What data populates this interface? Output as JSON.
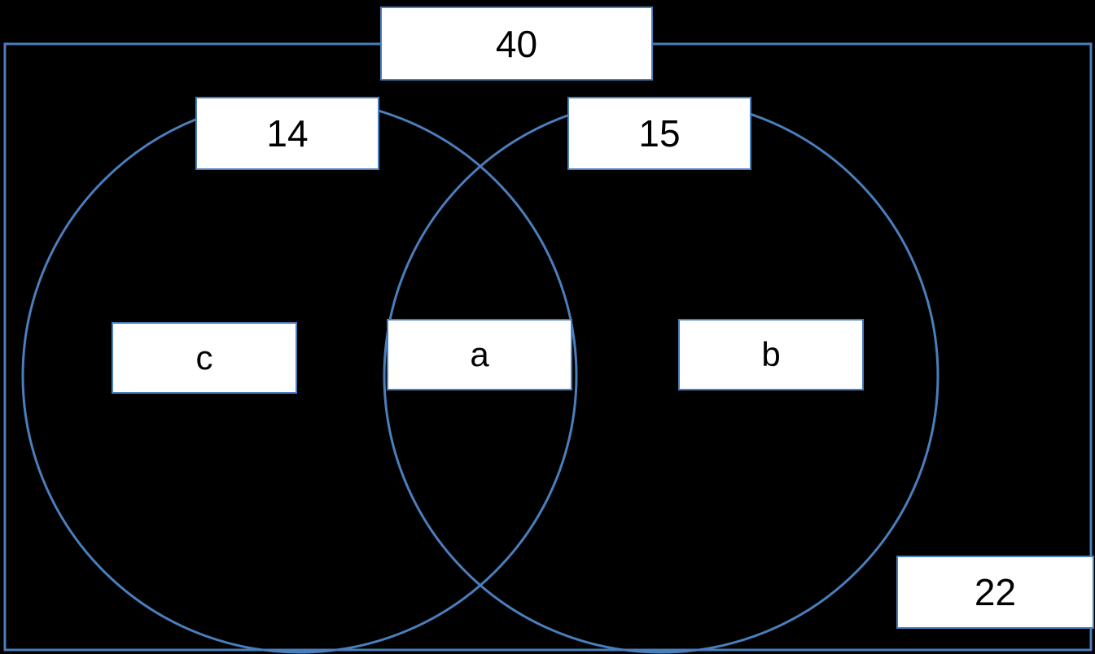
{
  "diagram": {
    "type": "venn-two-set",
    "title_text": "",
    "background_color": "#000000",
    "stroke_color": "#4A7EBC",
    "box_fill_color": "#FFFFFF",
    "text_color": "#000000",
    "universal_set": {
      "name": "universal-set-rectangle",
      "value": "40"
    },
    "left_circle": {
      "name": "left-set-circle",
      "total_label": "14",
      "region_label": "c"
    },
    "right_circle": {
      "name": "right-set-circle",
      "total_label": "15",
      "region_label": "b"
    },
    "intersection": {
      "name": "intersection-region",
      "region_label": "a"
    },
    "outside_region": {
      "name": "outside-region",
      "value": "22"
    }
  },
  "chart_data": {
    "type": "venn",
    "title": "",
    "universal_total": 40,
    "sets": [
      {
        "name": "left",
        "label": "14",
        "region": "c",
        "total": 14
      },
      {
        "name": "right",
        "label": "15",
        "region": "b",
        "total": 15
      }
    ],
    "intersection_label": "a",
    "outside_value": 22,
    "labels": [
      "40",
      "14",
      "15",
      "c",
      "a",
      "b",
      "22"
    ]
  }
}
